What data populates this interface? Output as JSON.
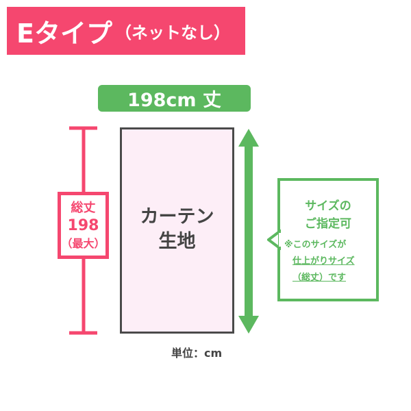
{
  "title": {
    "main": "Eタイプ",
    "sub": "（ネットなし）"
  },
  "width_label": "198cm 丈",
  "curtain": {
    "line1": "カーテン",
    "line2": "生地"
  },
  "length_label": {
    "line1": "総丈",
    "line2": "198",
    "line3": "（最大）"
  },
  "callout": {
    "head1": "サイズの",
    "head2": "ご指定可",
    "note1": "※このサイズが",
    "note2": "仕上がりサイズ",
    "note3": "（総丈）です"
  },
  "unit": "単位：cm",
  "colors": {
    "pink": "#f5476f",
    "green": "#5cb85f",
    "curtain": "#fdeef7"
  }
}
